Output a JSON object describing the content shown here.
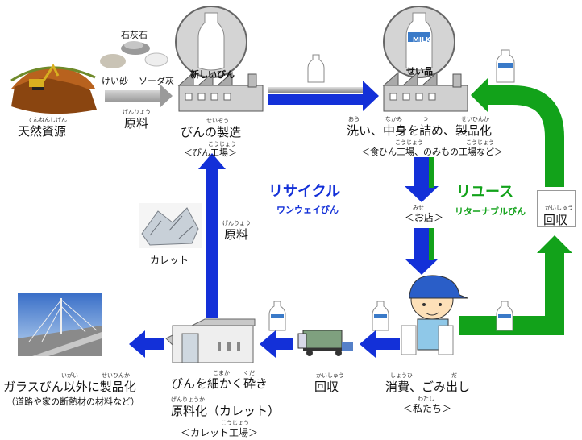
{
  "raw": {
    "limestone": "石灰石",
    "silica_sand": "けい砂",
    "soda_ash": "ソーダ灰",
    "natural_resources": "天然資源",
    "natural_resources_ruby": "てんねんしげん",
    "material": "原料",
    "material_ruby": "げんりょう"
  },
  "bottle_factory": {
    "circle_label": "新しいびん",
    "title": "びんの製造",
    "title_ruby": "せいぞう",
    "sub": "＜びん工場＞",
    "sub_ruby": "こうじょう"
  },
  "food_factory": {
    "circle_label": "せい品",
    "milk": "MILK",
    "title": "洗い、中身を詰め、製品化",
    "ruby_arai": "あら",
    "ruby_nakami": "なかみ",
    "ruby_tsu": "つ",
    "ruby_seihinka": "せいひんか",
    "sub": "＜食ひん工場、のみもの工場など＞",
    "sub_ruby_1": "こうじょう",
    "sub_ruby_2": "こうじょう"
  },
  "recycle": {
    "title": "リサイクル",
    "sub": "ワンウェイびん"
  },
  "reuse": {
    "title": "リユース",
    "sub": "リターナブルびん"
  },
  "shop": {
    "label": "＜お店＞",
    "ruby": "みせ"
  },
  "collect_right": {
    "label": "回収",
    "ruby": "かいしゅう"
  },
  "consumer": {
    "label": "消費、ごみ出し",
    "ruby_shouhi": "しょうひ",
    "ruby_da": "だ",
    "sub": "＜私たち＞",
    "sub_ruby": "わたし"
  },
  "collect_bottom": {
    "label": "回収",
    "ruby": "かいしゅう"
  },
  "cullet": {
    "label": "カレット"
  },
  "material_mid": {
    "label": "原料",
    "ruby": "げんりょう"
  },
  "cullet_factory": {
    "title": "びんを細かく砕き",
    "ruby_komaka": "こまか",
    "ruby_kuda": "くだ",
    "title2": "原料化（カレット）",
    "title2_ruby": "げんりょうか",
    "sub": "＜カレット工場＞",
    "sub_ruby": "こうじょう"
  },
  "other_products": {
    "title": "ガラスびん以外に製品化",
    "ruby_igai": "いがい",
    "ruby_seihinka": "せいひんか",
    "sub": "（道路や家の断熱材の材料など）"
  },
  "colors": {
    "blue": "#1330d8",
    "green": "#12a21a",
    "gray": "#a9a9a9"
  }
}
